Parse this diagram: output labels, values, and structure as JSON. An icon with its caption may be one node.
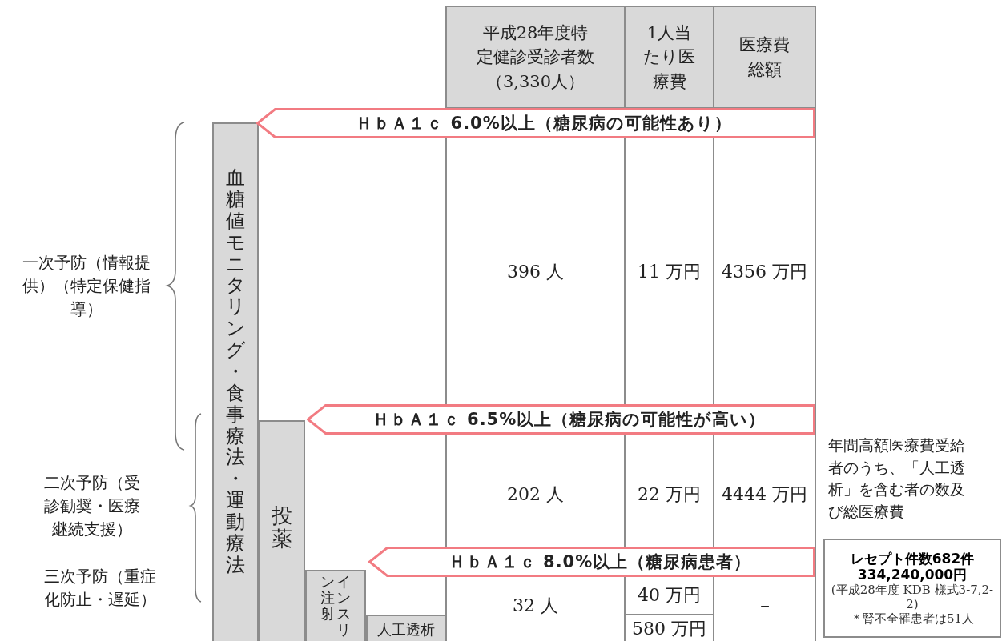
{
  "diagram": {
    "nodes": [
      {
        "text": [
          "血糖値モニタリング・食事療法・運動療法"
        ]
      },
      {
        "text": [
          "投薬"
        ]
      },
      {
        "text": [
          "インスリン注射"
        ]
      },
      {
        "text": [
          "人工透析"
        ]
      },
      {
        "text": [
          "ＨｂＡ１ｃ 6.0%以上（糖尿病の可能性あり）"
        ]
      },
      {
        "text": [
          "ＨｂＡ１ｃ 6.5%以上（糖尿病の可能性が高い）"
        ]
      },
      {
        "text": [
          "ＨｂＡ１ｃ 8.0%以上（糖尿病患者）"
        ]
      },
      {
        "text": [
          "レセプト件数682件 334,240,000円",
          "(平成28年度 KDB 様式3-7,2-2)",
          "＊腎不全罹患者は51人"
        ],
        "beside": [
          "年間高額医療費受給者のうち、「人工透析」を含む者の数及び総医療費"
        ]
      }
    ],
    "labels": [
      "平成28年度特定健診受診者数（3,330人）",
      "1人当たり医療費",
      "医療費総額",
      "一次予防（情報提供）（特定保健指導）",
      "396 人",
      "11 万円",
      "4356 万円",
      "二次予防（受診勧奨・医療継続支援）",
      "202 人",
      "22 万円",
      "4444 万円",
      "三次予防（重症化防止・遅延）",
      "32 人",
      "40 万円",
      "－",
      "580 万円"
    ]
  }
}
